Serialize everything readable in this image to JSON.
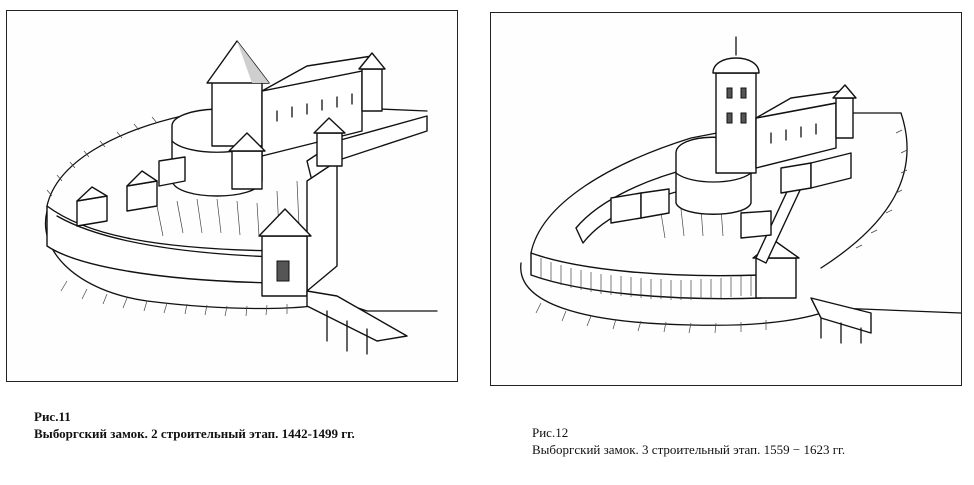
{
  "figures": [
    {
      "label": "Рис.11",
      "caption": "Выборгский замок. 2 строительный этап. 1442-1499 гг."
    },
    {
      "label": "Рис.12",
      "caption": "Выборгский замок. 3 строительный этап. 1559 − 1623 гг."
    }
  ]
}
